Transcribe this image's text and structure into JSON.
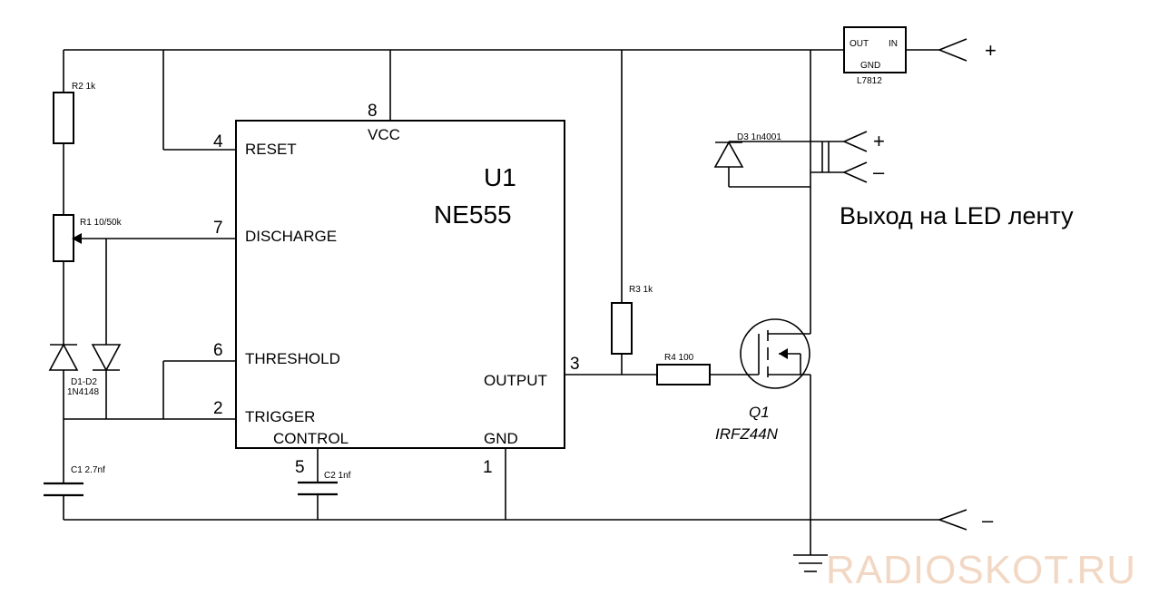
{
  "chip": {
    "ref": "U1",
    "part": "NE555",
    "pins": {
      "reset": {
        "num": "4",
        "name": "RESET"
      },
      "discharge": {
        "num": "7",
        "name": "DISCHARGE"
      },
      "threshold": {
        "num": "6",
        "name": "THRESHOLD"
      },
      "trigger": {
        "num": "2",
        "name": "TRIGGER"
      },
      "vcc": {
        "num": "8",
        "name": "VCC"
      },
      "output": {
        "num": "3",
        "name": "OUTPUT"
      },
      "control": {
        "num": "5",
        "name": "CONTROL"
      },
      "gnd": {
        "num": "1",
        "name": "GND"
      }
    }
  },
  "components": {
    "r2": "R2 1k",
    "r1": "R1 10/50k",
    "d1d2_ref": "D1-D2",
    "d1d2_part": "1N4148",
    "c1": "C1 2.7nf",
    "c2": "C2 1nf",
    "r3": "R3 1k",
    "r4": "R4 100",
    "d3": "D3 1n4001",
    "q1_ref": "Q1",
    "q1_part": "IRFZ44N",
    "reg_out": "OUT",
    "reg_in": "IN",
    "reg_gnd": "GND",
    "reg_part": "L7812"
  },
  "terminals": {
    "input_plus": "+",
    "led_plus": "+",
    "led_minus": "–",
    "input_minus": "–"
  },
  "led_output_label": "Выход на LED ленту",
  "watermark": "RADIOSKOT.RU"
}
